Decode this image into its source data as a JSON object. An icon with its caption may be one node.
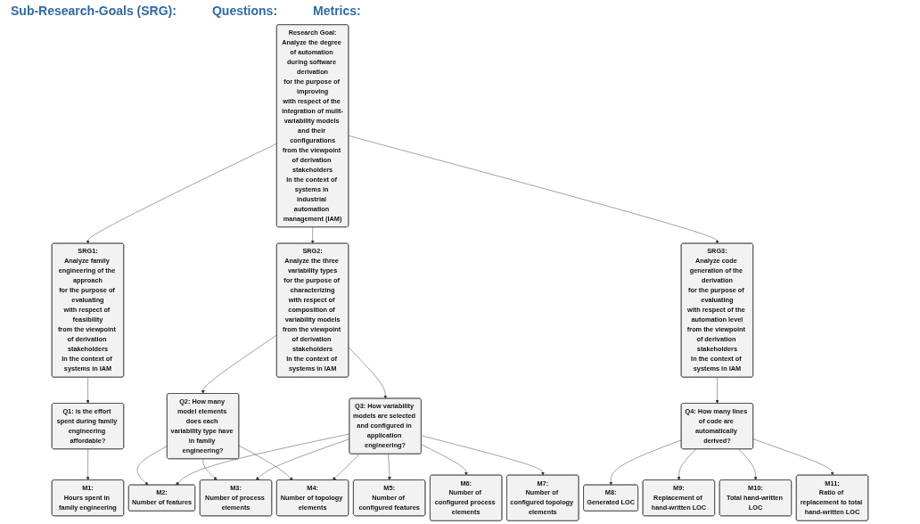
{
  "diagram": {
    "nodes": [
      {
        "text": [
          "Research Goal:",
          "Analyze the degree of automation during software derivation",
          "for the purpose of improving",
          "with respect of the integration of mulit-variability models and their configurations",
          "from the viewpoint of derivation stakeholders",
          "In the context of systems in industrial automation management (IAM)"
        ]
      },
      {
        "text": [
          "SRG1:",
          "Analyze family engineering of the approach",
          "for the purpose of evaluating",
          "with respect of feasibility",
          "from the viewpoint of derivation stakeholders",
          "In the context of systems in IAM"
        ]
      },
      {
        "text": [
          "SRG2:",
          "Analyze the three variability types",
          "for the purpose of characterizing",
          "with respect of composition of variability models",
          "from the viewpoint of derivation stakeholders",
          "In the context of systems in IAM"
        ]
      },
      {
        "text": [
          "SRG3:",
          "Analyze code generation of the derivation",
          "for the purpose of evaluating",
          "with respect of the automation level",
          "from the viewpoint of derivation stakeholders",
          "In the context of systems in IAM"
        ]
      },
      {
        "text": [
          "Q1: is the effort spent during family engineering affordable?"
        ]
      },
      {
        "text": [
          "Q2: How many model elements does each variability type have in family engineering?"
        ]
      },
      {
        "text": [
          "Q3: How variability models are selected and configured in application engineering?"
        ]
      },
      {
        "text": [
          "Q4: How many lines of code are automatically derived?"
        ]
      },
      {
        "text": [
          "M1:",
          "Hours spent in family engineering"
        ]
      },
      {
        "text": [
          "M2:",
          "Number of features"
        ]
      },
      {
        "text": [
          "M3:",
          "Number of process elements"
        ]
      },
      {
        "text": [
          "M4:",
          "Number of topology elements"
        ]
      },
      {
        "text": [
          "M5:",
          "Number of configured features"
        ]
      },
      {
        "text": [
          "M6:",
          "Number of configured process elements"
        ]
      },
      {
        "text": [
          "M7:",
          "Number of configured topology elements"
        ]
      },
      {
        "text": [
          "M8:",
          "Generated LOC"
        ]
      },
      {
        "text": [
          "M9:",
          "Replacement of hand-written LOC"
        ]
      },
      {
        "text": [
          "M10:",
          "Total hand-written LOC"
        ]
      },
      {
        "text": [
          "M11:",
          "Ratio of replacement to total hand-written LOC"
        ]
      }
    ],
    "edges": [
      {
        "from": 0,
        "to": 1,
        "arrow": "to"
      },
      {
        "from": 0,
        "to": 2,
        "arrow": "to"
      },
      {
        "from": 0,
        "to": 3,
        "arrow": "to"
      },
      {
        "from": 1,
        "to": 4,
        "arrow": "to"
      },
      {
        "from": 2,
        "to": 5,
        "arrow": "to"
      },
      {
        "from": 2,
        "to": 6,
        "arrow": "to"
      },
      {
        "from": 3,
        "to": 7,
        "arrow": "to"
      },
      {
        "from": 4,
        "to": 8,
        "arrow": "to"
      },
      {
        "from": 5,
        "to": 9,
        "arrow": "to"
      },
      {
        "from": 5,
        "to": 10,
        "arrow": "to"
      },
      {
        "from": 5,
        "to": 11,
        "arrow": "to"
      },
      {
        "from": 6,
        "to": 9,
        "arrow": "to"
      },
      {
        "from": 6,
        "to": 10,
        "arrow": "to"
      },
      {
        "from": 6,
        "to": 11,
        "arrow": "to"
      },
      {
        "from": 6,
        "to": 12,
        "arrow": "to"
      },
      {
        "from": 6,
        "to": 13,
        "arrow": "to"
      },
      {
        "from": 6,
        "to": 14,
        "arrow": "to"
      },
      {
        "from": 7,
        "to": 15,
        "arrow": "to"
      },
      {
        "from": 7,
        "to": 16,
        "arrow": "to"
      },
      {
        "from": 7,
        "to": 17,
        "arrow": "to"
      },
      {
        "from": 7,
        "to": 18,
        "arrow": "to"
      }
    ],
    "labels": [
      "Sub-Research-Goals (SRG):",
      "Questions:",
      "Metrics:"
    ]
  }
}
